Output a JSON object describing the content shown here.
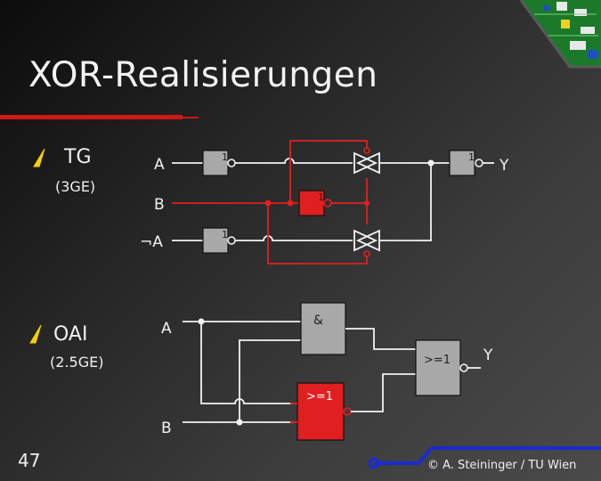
{
  "slide": {
    "title": "XOR-Realisierungen",
    "page_number": "47",
    "copyright": "© A. Steininger / TU Wien"
  },
  "sections": [
    {
      "label": "TG",
      "sub": "(3GE)"
    },
    {
      "label": "OAI",
      "sub": "(2.5GE)"
    }
  ],
  "tg_circuit": {
    "input_a": "A",
    "input_b": "B",
    "input_not_a": "¬A",
    "output": "Y",
    "inverter_label": "1"
  },
  "oai_circuit": {
    "input_a": "A",
    "input_b": "B",
    "output": "Y",
    "and_label": "&",
    "or_label": ">=1"
  },
  "colors": {
    "accent_red": "#e02020",
    "wire_white": "#f2f2f2",
    "footer_blue": "#1a2ad0"
  }
}
